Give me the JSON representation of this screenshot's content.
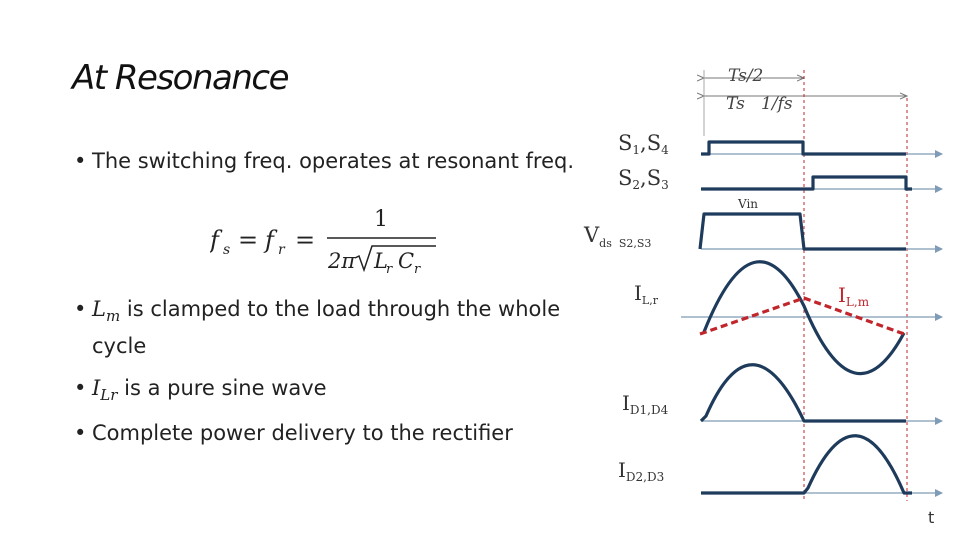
{
  "slide": {
    "title": "At Resonance",
    "bullets": {
      "b1": "The switching freq. operates at resonant freq.",
      "b2_var": "L",
      "b2_sub": "m",
      "b2_text": " is clamped to the load through the whole cycle",
      "b3_var": "I",
      "b3_sub": "Lr",
      "b3_text": " is a pure sine wave",
      "b4": "Complete power delivery to the rectifier"
    },
    "formula": {
      "lhs": "f",
      "lhs_sub": "s",
      "eq1": "=",
      "mid": "f",
      "mid_sub": "r",
      "eq2": "=",
      "numerator": "1",
      "denominator": "2πL",
      "den_sub1": "r",
      "den_c": "C",
      "den_sub2": "r"
    }
  },
  "diagram": {
    "period_half": "Ts/2",
    "period": "Ts   1/fs",
    "time_label": "t",
    "colors": {
      "waveform": "#1f3b5c",
      "magnetizing": "#c0262b",
      "axis": "#7f9bb5",
      "marker": "#c0262b"
    },
    "signals": {
      "s14": {
        "label": "S",
        "s1": "1",
        "sep": ",S",
        "s2": "4"
      },
      "s23": {
        "label": "S",
        "s1": "2",
        "sep": ",S",
        "s2": "3"
      },
      "vds": {
        "label": "V",
        "sub": "ds  S2,S3",
        "annotation": "Vin"
      },
      "ilr": {
        "label": "I",
        "sub": "L,r"
      },
      "ilm": {
        "label": "I",
        "sub": "L,m"
      },
      "id14": {
        "label": "I",
        "sub": "D1,D4"
      },
      "id23": {
        "label": "I",
        "sub": "D2,D3"
      }
    }
  }
}
